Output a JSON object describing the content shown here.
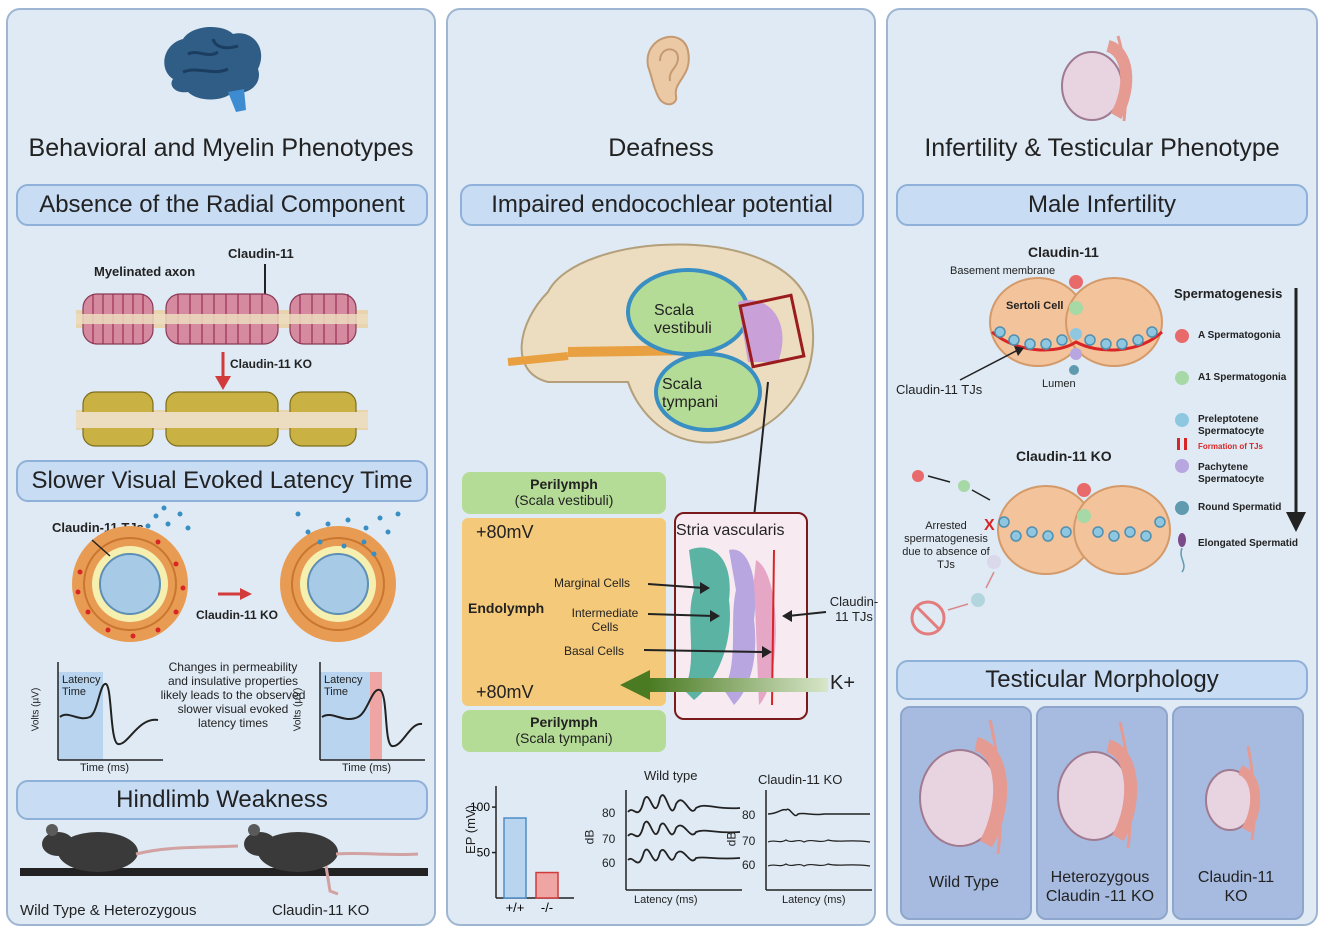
{
  "panel1": {
    "title": "Behavioral and Myelin Phenotypes",
    "section1": "Absence of the Radial Component",
    "myelinated_axon": "Myelinated axon",
    "claudin11": "Claudin-11",
    "claudin11_ko": "Claudin-11 KO",
    "section2": "Slower Visual Evoked Latency Time",
    "claudin11_tjs": "Claudin-11 TJs",
    "claudin11_ko2": "Claudin-11 KO",
    "latency": "Latency Time",
    "volts": "Volts (µV)",
    "time_ms": "Time (ms)",
    "note": "Changes in permeability and insulative properties likely leads to the observed slower visual evoked latency times",
    "section3": "Hindlimb Weakness",
    "mouse_left": "Wild Type & Heterozygous",
    "mouse_right": "Claudin-11 KO"
  },
  "panel2": {
    "title": "Deafness",
    "section1": "Impaired endocochlear potential",
    "scala_vestibuli": "Scala vestibuli",
    "scala_tympani": "Scala tympani",
    "perilymph_top": "Perilymph",
    "perilymph_top_sub": "(Scala vestibuli)",
    "perilymph_bottom": "Perilymph",
    "perilymph_bottom_sub": "(Scala tympani)",
    "mv_top": "+80mV",
    "mv_bottom": "+80mV",
    "endolymph": "Endolymph",
    "marginal": "Marginal Cells",
    "intermediate": "Intermediate Cells",
    "basal": "Basal Cells",
    "stria": "Stria vascularis",
    "tjs": "Claudin-11 TJs",
    "k_plus": "K+",
    "ep_axis": "EP (mV)",
    "wild_type": "Wild type",
    "ko": "Claudin-11 KO",
    "db": "dB",
    "latency_ms": "Latency (ms)",
    "wt_label": "+/+",
    "ko_label": "-/-"
  },
  "panel3": {
    "title": "Infertility & Testicular Phenotype",
    "section1": "Male Infertility",
    "claudin11": "Claudin-11",
    "basement": "Basement membrane",
    "sertoli": "Sertoli Cell",
    "tjs": "Claudin-11 TJs",
    "lumen": "Lumen",
    "claudin11_ko": "Claudin-11 KO",
    "arrested": "Arrested spermatogenesis due to absence of TJs",
    "spermatogenesis": "Spermatogenesis",
    "legend": [
      "A Spermatogonia",
      "A1 Spermatogonia",
      "Preleptotene Spermatocyte",
      "Pachytene Spermatocyte",
      "Round Spermatid",
      "Elongated Spermatid"
    ],
    "formation": "Formation of TJs",
    "section2": "Testicular Morphology",
    "morph_wt": "Wild Type",
    "morph_het": "Heterozygous Claudin -11 KO",
    "morph_ko": "Claudin-11 KO"
  },
  "chart_data": [
    {
      "type": "bar",
      "categories": [
        "+/+",
        "-/-"
      ],
      "values": [
        88,
        28
      ],
      "ylabel": "EP (mV)",
      "yticks": [
        50,
        100
      ]
    }
  ],
  "colors": {
    "panel_bg": "#dfeaf4",
    "pill": "#c8dcf4",
    "endolymph": "#f5c97a",
    "perilymph": "#b5dc97",
    "testis": "#f3c39b"
  }
}
